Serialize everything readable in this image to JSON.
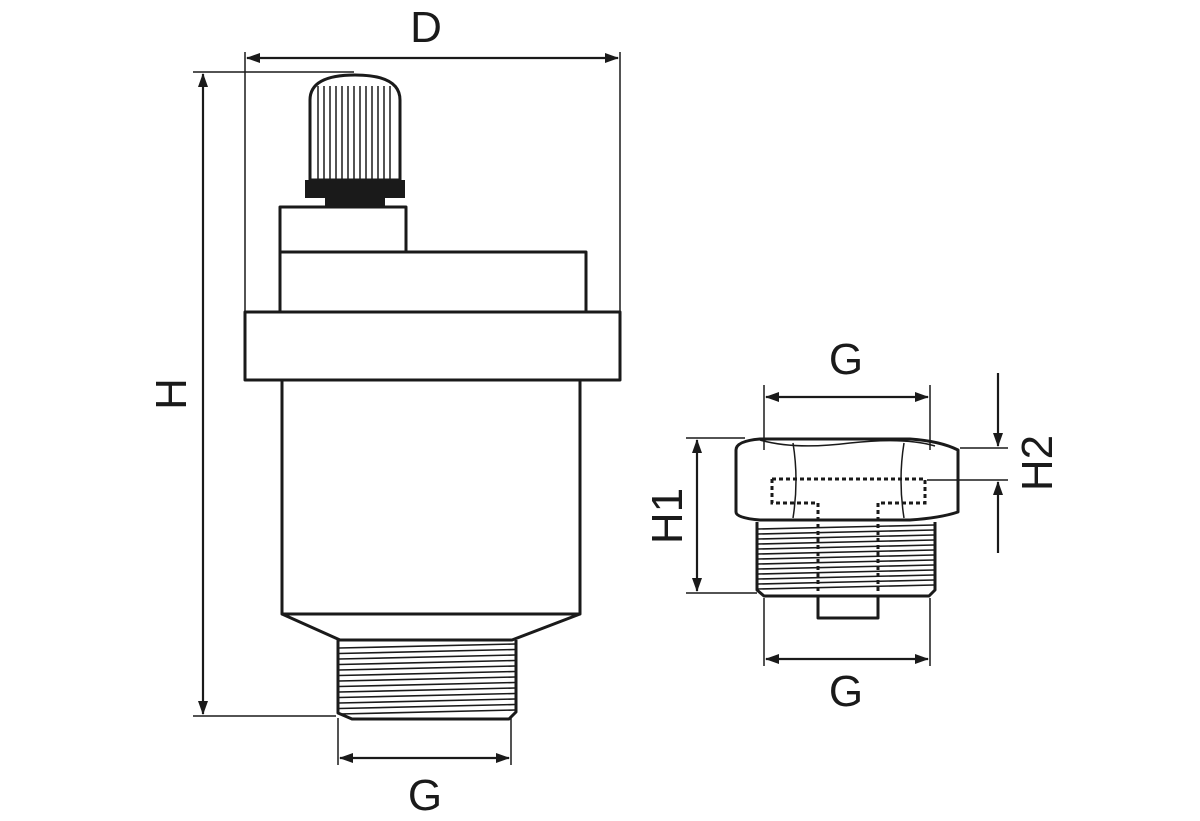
{
  "diagram": {
    "labels": {
      "d": "D",
      "h": "H",
      "g_main": "G",
      "g_top": "G",
      "g_bottom": "G",
      "h1": "H1",
      "h2": "H2"
    }
  }
}
